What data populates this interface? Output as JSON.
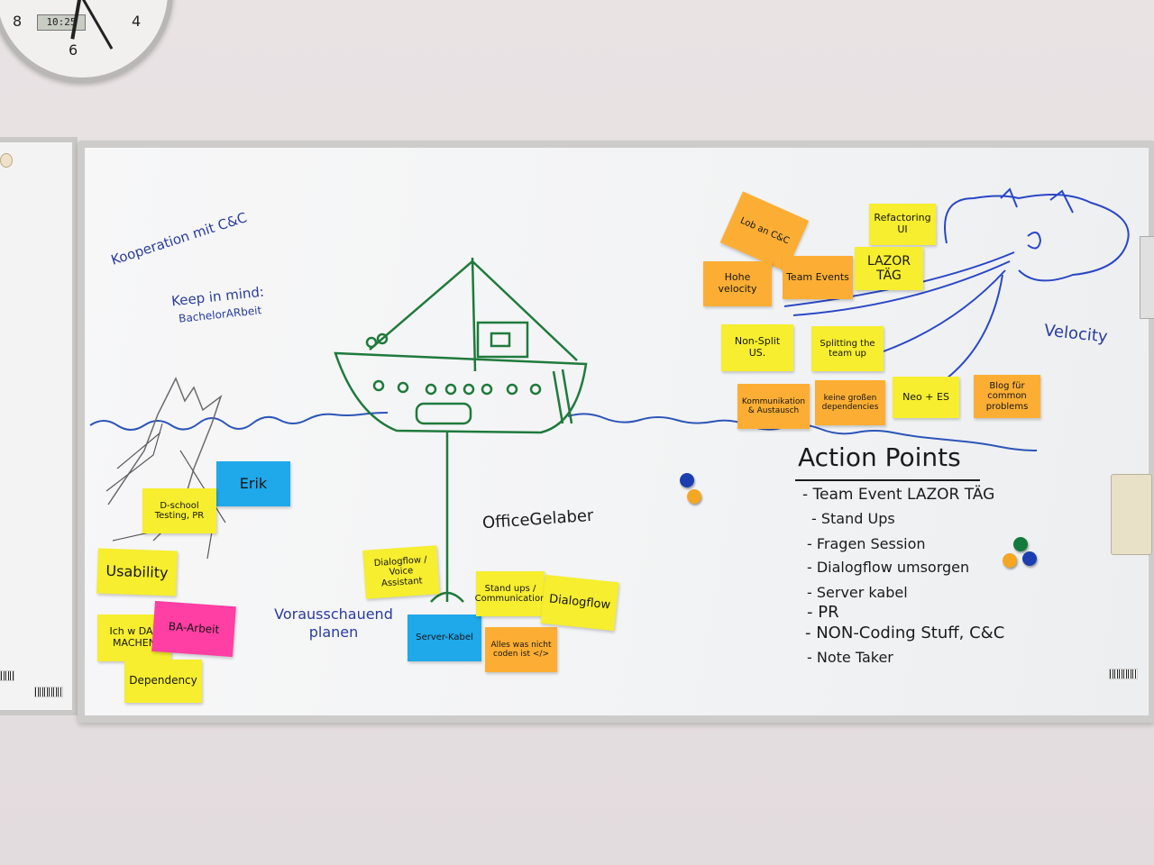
{
  "clock": {
    "display": "10:25"
  },
  "left_board": {
    "title_note": "Kooperation mit C&C",
    "keep_in_mind": "Keep in mind:",
    "bachelor": "BachelorARbeit",
    "office": "OfficeGelaber",
    "vorausschauend": "Vorausschauend planen",
    "velocity": "Velocity"
  },
  "stickies": {
    "erik": "Erik",
    "d_school": "D-school Testing, PR",
    "usability": "Usability",
    "ich_w": "Ich w DAS MACHEN",
    "ba_arbeit": "BA-Arbeit",
    "dependency": "Dependency",
    "dialogflow_voice": "Dialogflow / Voice Assistant",
    "server_kabel": "Server-Kabel",
    "stand_ups": "Stand ups / Communication",
    "alles_was": "Alles was nicht coden ist </>",
    "dialogflow": "Dialogflow",
    "lob_cc": "Lob an C&C",
    "refactoring_ui": "Refactoring UI",
    "hohe_velocity": "Hohe velocity",
    "team_events": "Team Events",
    "lazor_tag": "LAZOR TÄG",
    "non_split": "Non-Split US.",
    "splitting": "Splitting the team up",
    "kommunikation": "Kommunikation & Austausch",
    "keine_grossen": "keine großen dependencies",
    "neo_es": "Neo + ES",
    "blog": "Blog für common problems"
  },
  "action_points": {
    "title": "Action Points",
    "items": [
      "- Team Event LAZOR TÄG",
      "- Stand Ups",
      "- Fragen Session",
      "- Dialogflow umsorgen",
      "- Server kabel",
      "- PR",
      "- NON-Coding Stuff, C&C",
      "- Note Taker"
    ]
  },
  "colors": {
    "yellow_note": "#f6ee2e",
    "orange_note": "#fcae34",
    "blue_note": "#1fa8ea",
    "pink_note": "#ff3fa3",
    "green_marker": "#1f7a3c",
    "blue_marker": "#2a3c9c"
  }
}
